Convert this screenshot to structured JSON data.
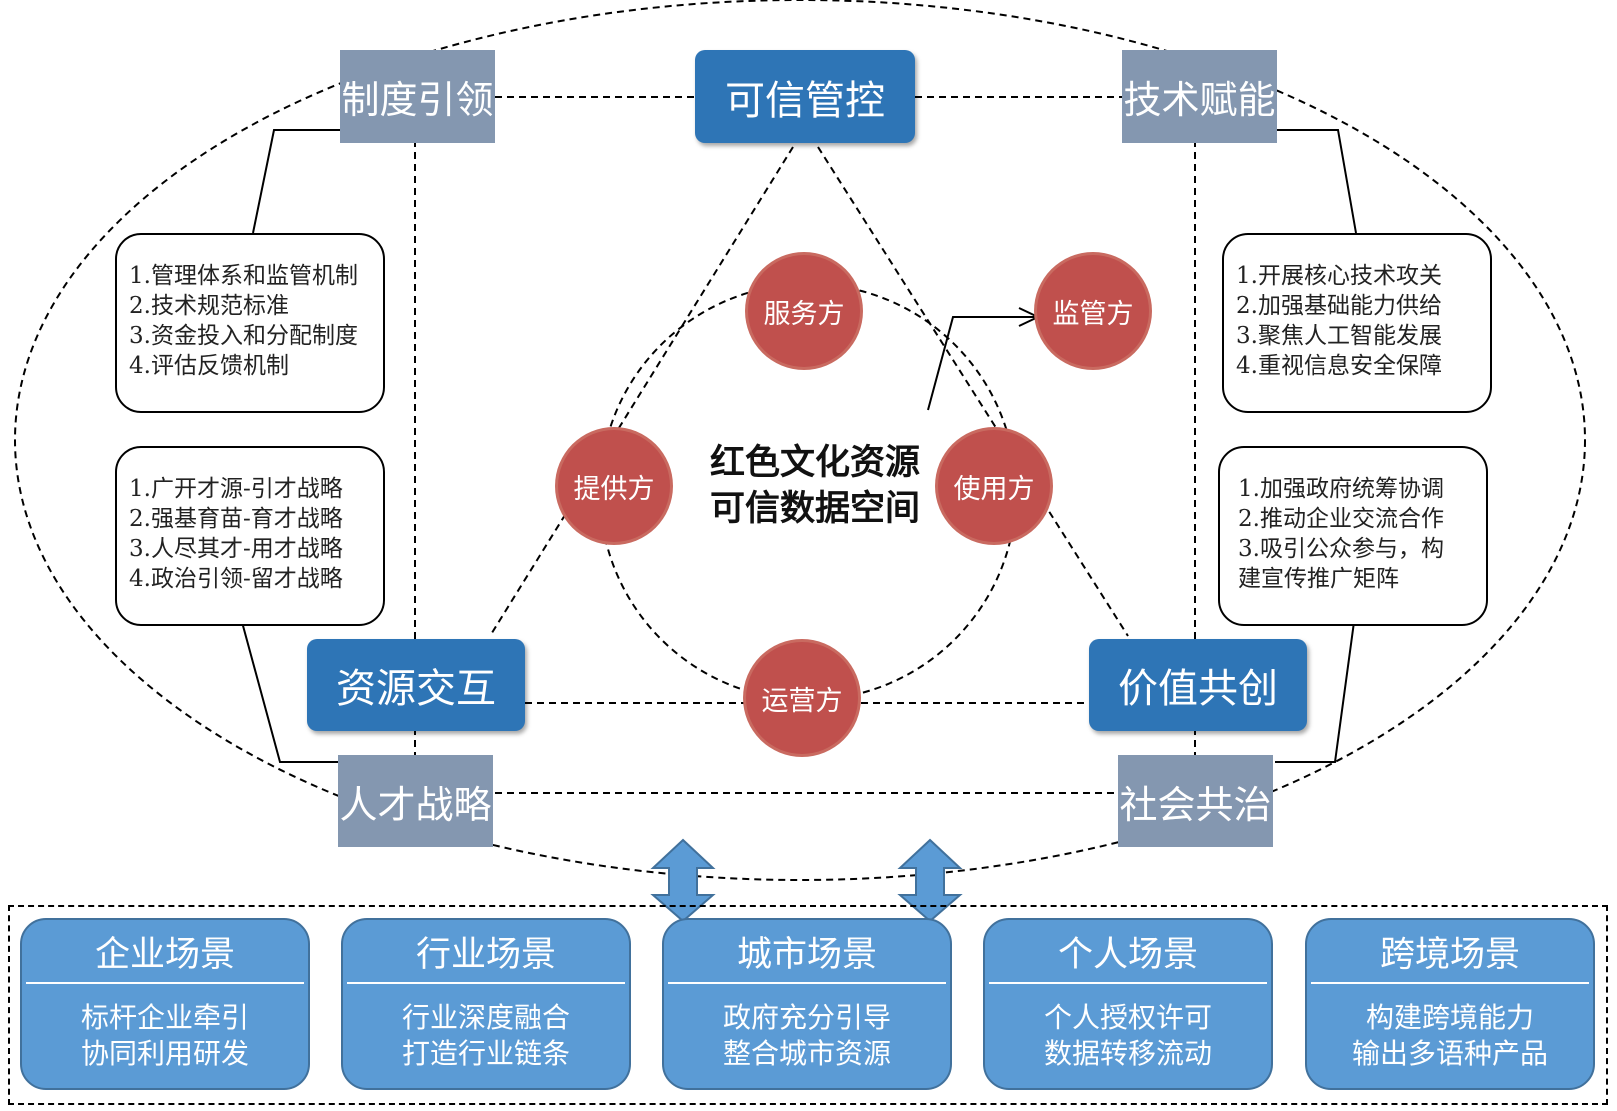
{
  "nodes": {
    "system_guide": "制度引领",
    "trusted_control": "可信管控",
    "tech_empower": "技术赋能",
    "resource_interact": "资源交互",
    "value_cocreate": "价值共创",
    "talent_strategy": "人才战略",
    "social_governance": "社会共治"
  },
  "center_title": [
    "红色文化资源",
    "可信数据空间"
  ],
  "roles": {
    "service": "服务方",
    "supervisor": "监管方",
    "provider": "提供方",
    "user": "使用方",
    "operator": "运营方"
  },
  "boxes": {
    "system": [
      "1.管理体系和监管机制",
      "2.技术规范标准",
      "3.资金投入和分配制度",
      "4.评估反馈机制"
    ],
    "talent": [
      "1.广开才源-引才战略",
      "2.强基育苗-育才战略",
      "3.人尽其才-用才战略",
      "4.政治引领-留才战略"
    ],
    "tech": [
      "1.开展核心技术攻关",
      "2.加强基础能力供给",
      "3.聚焦人工智能发展",
      "4.重视信息安全保障"
    ],
    "social": [
      "1.加强政府统筹协调",
      "2.推动企业交流合作",
      "3.吸引公众参与，构",
      "建宣传推广矩阵"
    ]
  },
  "scenes": [
    {
      "title": "企业场景",
      "lines": [
        "标杆企业牵引",
        "协同利用研发"
      ]
    },
    {
      "title": "行业场景",
      "lines": [
        "行业深度融合",
        "打造行业链条"
      ]
    },
    {
      "title": "城市场景",
      "lines": [
        "政府充分引导",
        "整合城市资源"
      ]
    },
    {
      "title": "个人场景",
      "lines": [
        "个人授权许可",
        "数据转移流动"
      ]
    },
    {
      "title": "跨境场景",
      "lines": [
        "构建跨境能力",
        "输出多语种产品"
      ]
    }
  ],
  "colors": {
    "gray_label": "#8497b0",
    "blue_label": "#2e75b6",
    "role_circle": "#c0504d",
    "scene_fill": "#5b9bd5",
    "arrow_fill": "#5b9bd5"
  }
}
